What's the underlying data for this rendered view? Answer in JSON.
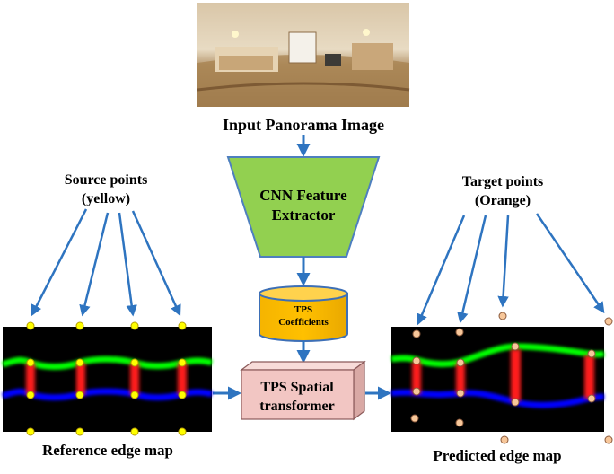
{
  "title_input": "Input Panorama Image",
  "cnn": {
    "line1": "CNN Feature",
    "line2": "Extractor"
  },
  "tps_coefficients": {
    "line1": "TPS",
    "line2": "Coefficients"
  },
  "tps_transformer": {
    "line1": "TPS Spatial",
    "line2": "transformer"
  },
  "source_points": {
    "line1": "Source points",
    "line2": "(yellow)"
  },
  "target_points": {
    "line1": "Target points",
    "line2": "(Orange)"
  },
  "reference_label": "Reference edge map",
  "predicted_label": "Predicted edge map",
  "colors": {
    "arrow": "#2e74c0",
    "cnn_fill": "#92d050",
    "cnn_stroke": "#4e7fbf",
    "cylinder_fill": "#ffc000",
    "box_fill": "#f2c6c3",
    "yellow_point": "#ffff00",
    "orange_point": "#f7c79a",
    "edge_green": "#00ff00",
    "edge_red": "#ff0000",
    "edge_blue": "#0000ff"
  }
}
